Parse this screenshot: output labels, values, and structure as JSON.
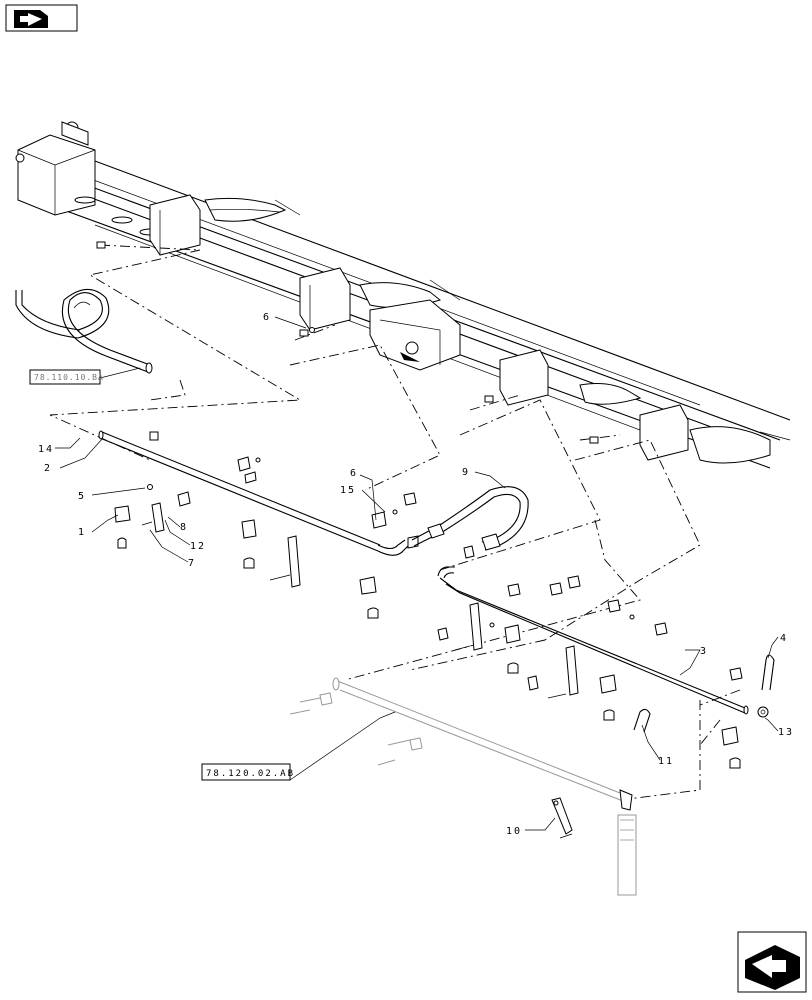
{
  "callouts": {
    "c1": "1",
    "c2": "2",
    "c3": "3",
    "c4": "4",
    "c5": "5",
    "c6a": "6",
    "c6b": "6",
    "c7": "7",
    "c8": "8",
    "c9": "9",
    "c10": "10",
    "c11": "11",
    "c12": "12",
    "c13": "13",
    "c14": "14",
    "c15": "15"
  },
  "references": {
    "ref_top": "78.110.10.BA",
    "ref_bottom": "78.120.02.AB"
  },
  "icons": {
    "top_left": "previous-page-icon",
    "bottom_right": "next-page-icon"
  }
}
